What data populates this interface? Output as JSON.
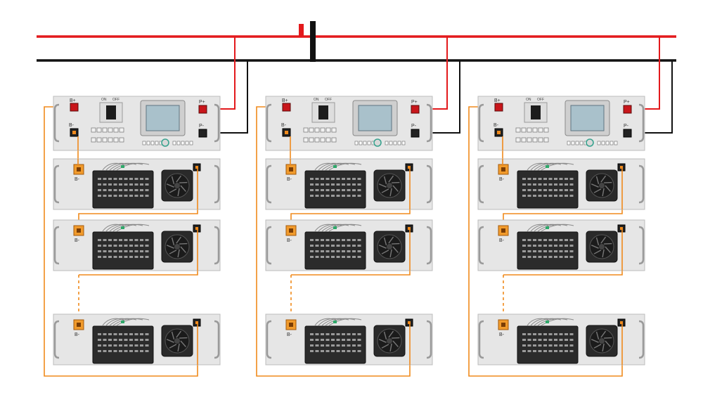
{
  "labels": {
    "b_plus": "B+",
    "b_minus": "B-",
    "p_plus": "P+",
    "p_minus": "P-",
    "on": "ON",
    "off": "OFF"
  },
  "colors": {
    "positive_bus": "#e3191c",
    "negative_bus": "#111111",
    "series_link": "#f08a1c",
    "chassis": "#e6e6e6",
    "chassis_edge": "#bcbcbc",
    "module_body": "#2b2b2b",
    "screen": "#a9c1cb"
  },
  "diagram": {
    "stack_count": 3,
    "battery_modules_per_stack_shown": 3,
    "omitted_modules_indicator": "dashed link",
    "icons": [
      "breaker-switch-icon",
      "lcd-screen-icon",
      "cooling-fan-icon",
      "terminal-connector-icon"
    ]
  }
}
